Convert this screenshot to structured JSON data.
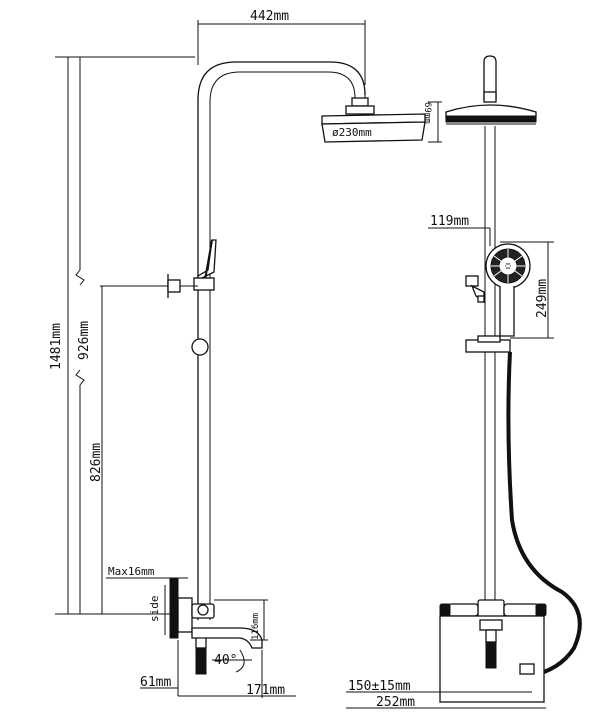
{
  "dimensions": {
    "arm_width": "442mm",
    "head_height": "69mm",
    "head_diameter": "ø230mm",
    "total_height": "1481mm",
    "bracket_height": "926mm",
    "valve_to_bracket": "826mm",
    "wall_gap": "Max16mm",
    "spout_drop": "116mm",
    "spout_angle": "40°",
    "valve_depth": "61mm",
    "spout_reach": "171mm",
    "handshower_offset": "119mm",
    "handshower_height": "249mm",
    "inlet_centers": "150±15mm",
    "valve_width": "252mm"
  },
  "labels": {
    "side_label": "side"
  }
}
